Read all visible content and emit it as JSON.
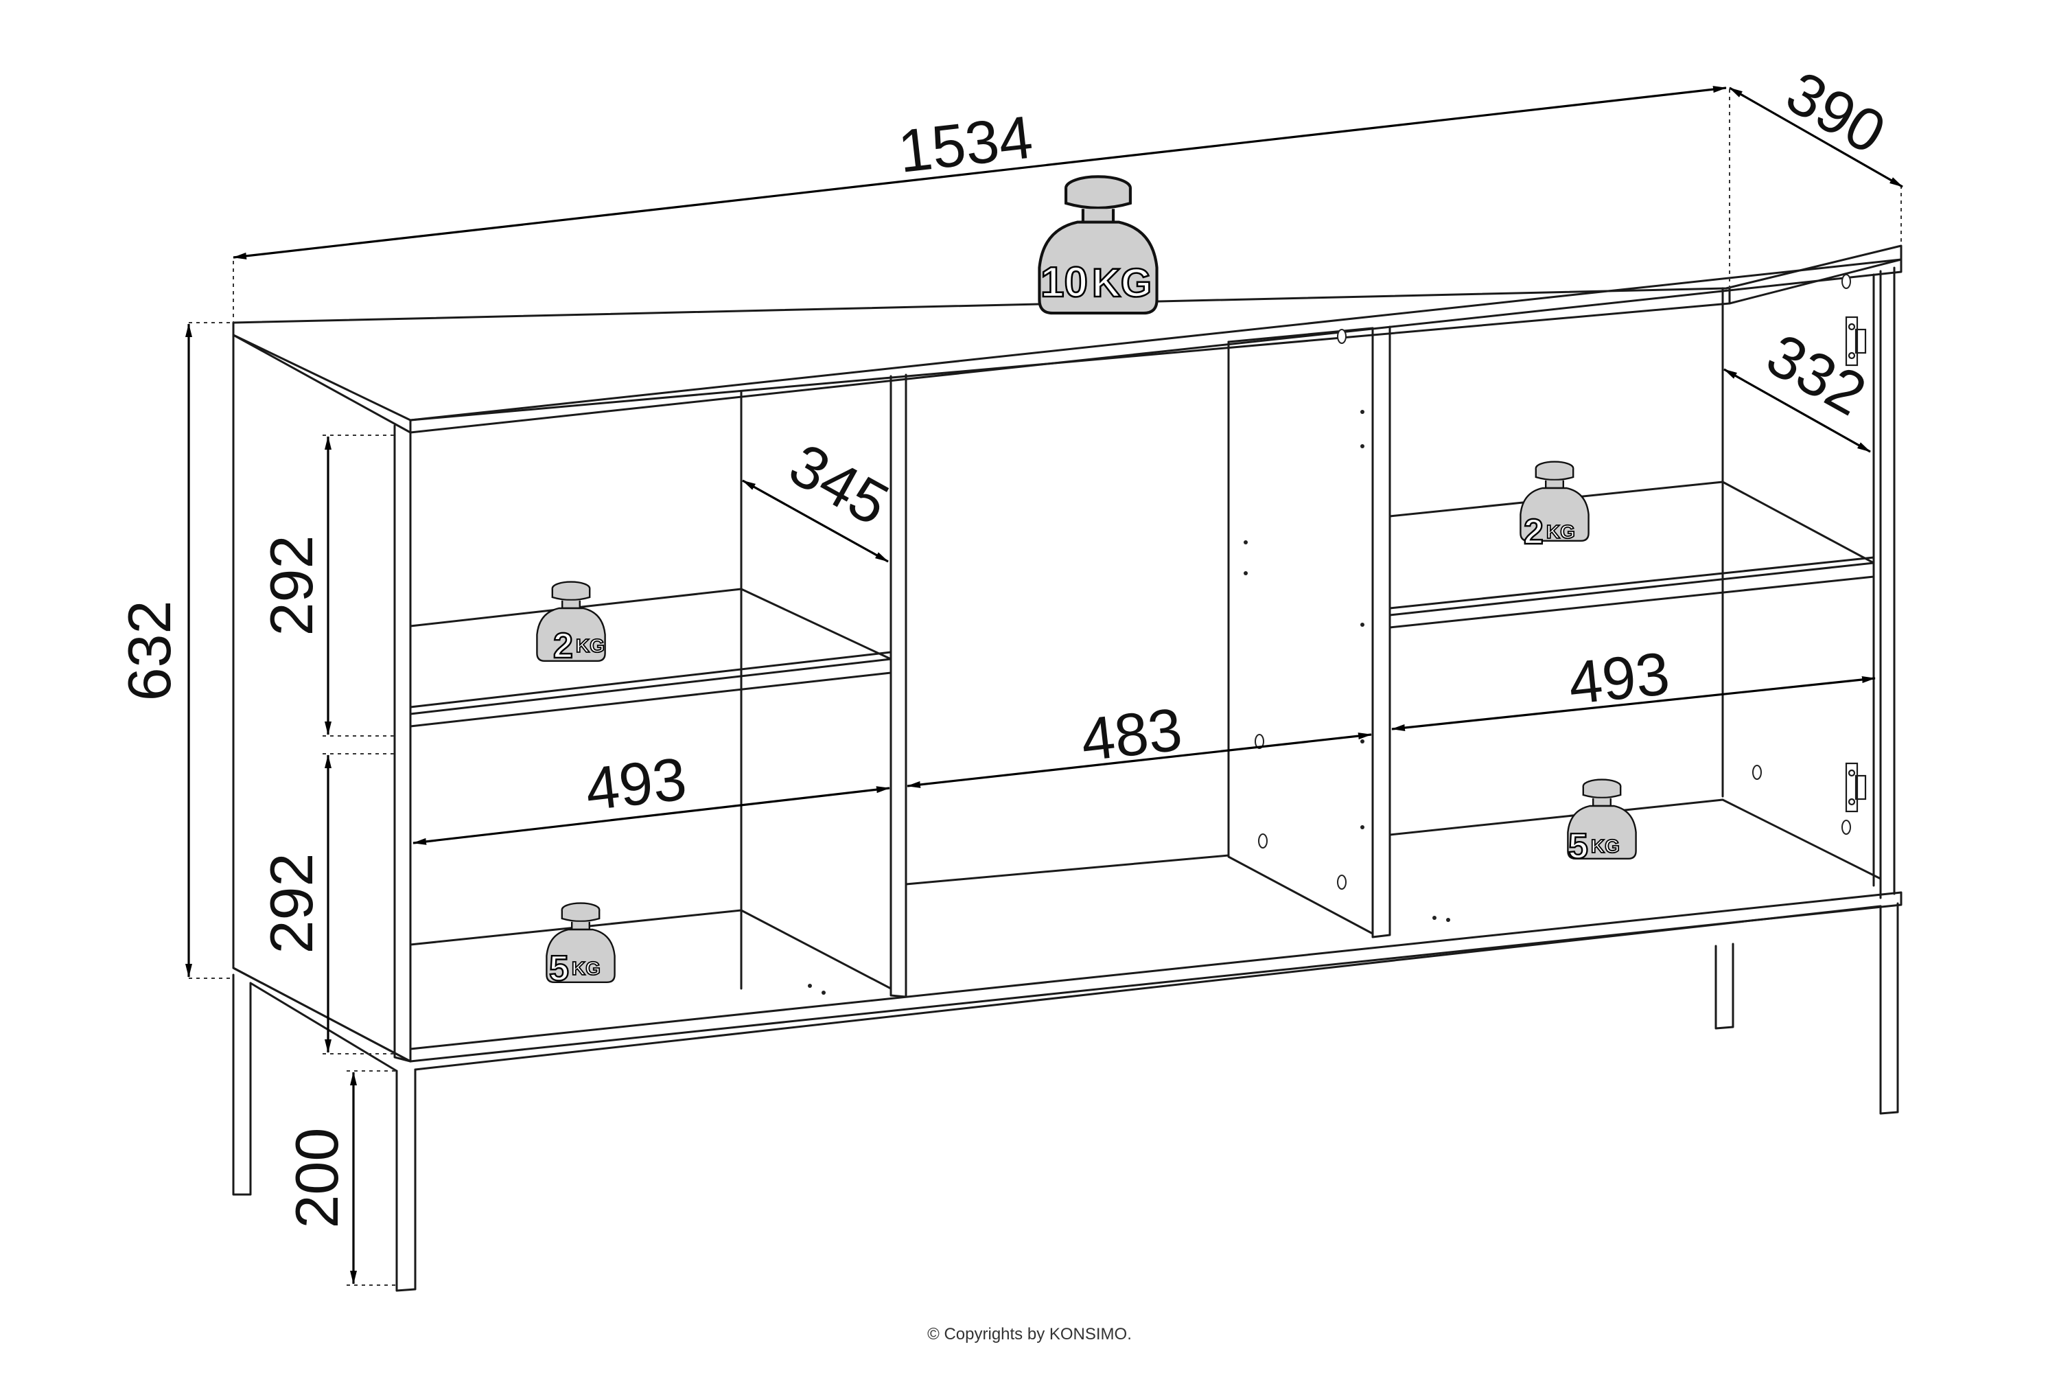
{
  "dimensions": {
    "overall_width": "1534",
    "depth": "390",
    "overall_height": "632",
    "upper_shelf_height": "292",
    "lower_shelf_height": "292",
    "leg_height": "200",
    "left_inner_depth": "345",
    "right_inner_depth": "332",
    "left_compartment_width": "493",
    "center_compartment_width": "483",
    "right_compartment_width": "493"
  },
  "loads": {
    "top": {
      "number": "10",
      "unit": "KG"
    },
    "left_upper": {
      "number": "2",
      "unit": "KG"
    },
    "left_lower": {
      "number": "5",
      "unit": "KG"
    },
    "right_upper": {
      "number": "2",
      "unit": "KG"
    },
    "right_lower": {
      "number": "5",
      "unit": "KG"
    }
  },
  "footer": {
    "copyright": "© Copyrights by KONSIMO."
  },
  "colors": {
    "line": "#1a1a1a",
    "weight_fill": "#cfcfcf",
    "background": "#ffffff"
  }
}
